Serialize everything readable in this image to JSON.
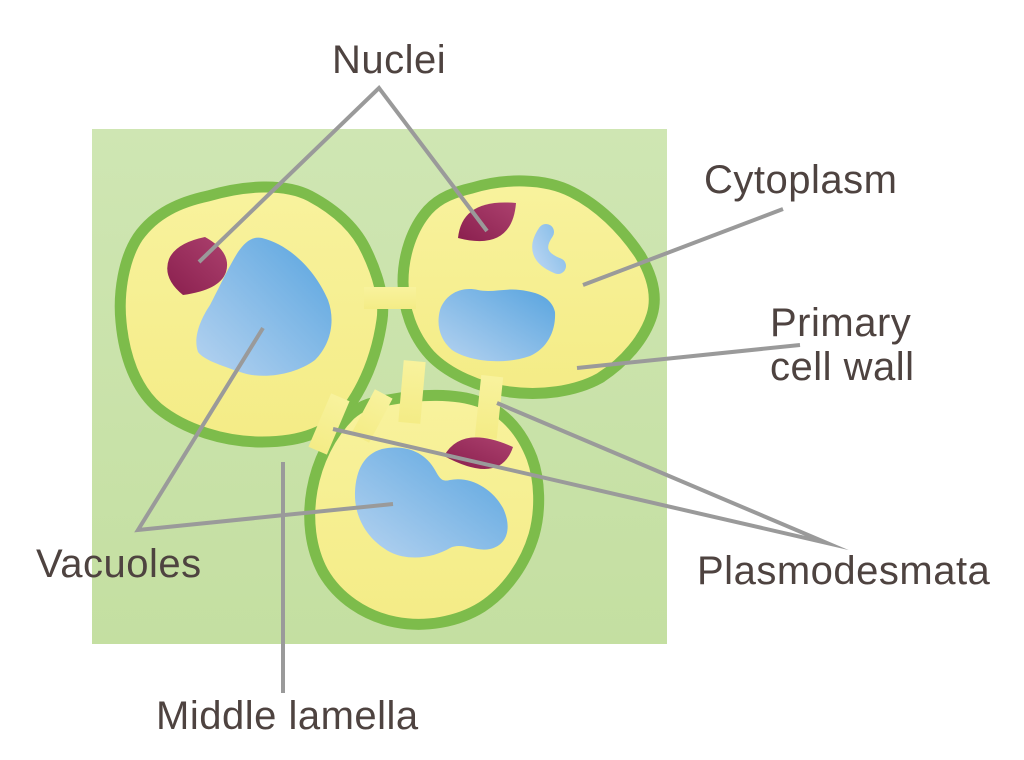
{
  "diagram": {
    "subject": "plant-cell-structure",
    "labels": {
      "nuclei": "Nuclei",
      "cytoplasm": "Cytoplasm",
      "primary_line1": "Primary",
      "primary_line2": "cell wall",
      "vacuoles": "Vacuoles",
      "plasmodesmata": "Plasmodesmata",
      "middle_lamella": "Middle lamella"
    },
    "colors": {
      "page-bg": "#ffffff",
      "field-top": "#cfe6b3",
      "field-bottom": "#c4dfa1",
      "wall-green": "#7dbc4b",
      "cyto-yellow-1": "#f8f29d",
      "cyto-yellow-2": "#f4ec86",
      "vac-blue-light": "#b6d3f0",
      "vac-blue-dark": "#58a4df",
      "bean-blue-1": "#b3d2f1",
      "bean-blue-2": "#8abfe9",
      "nuc-light": "#ac416e",
      "nuc-dark": "#8a1f4e",
      "leader-gray": "#9a9a9a",
      "label-color": "#4e4340"
    }
  }
}
